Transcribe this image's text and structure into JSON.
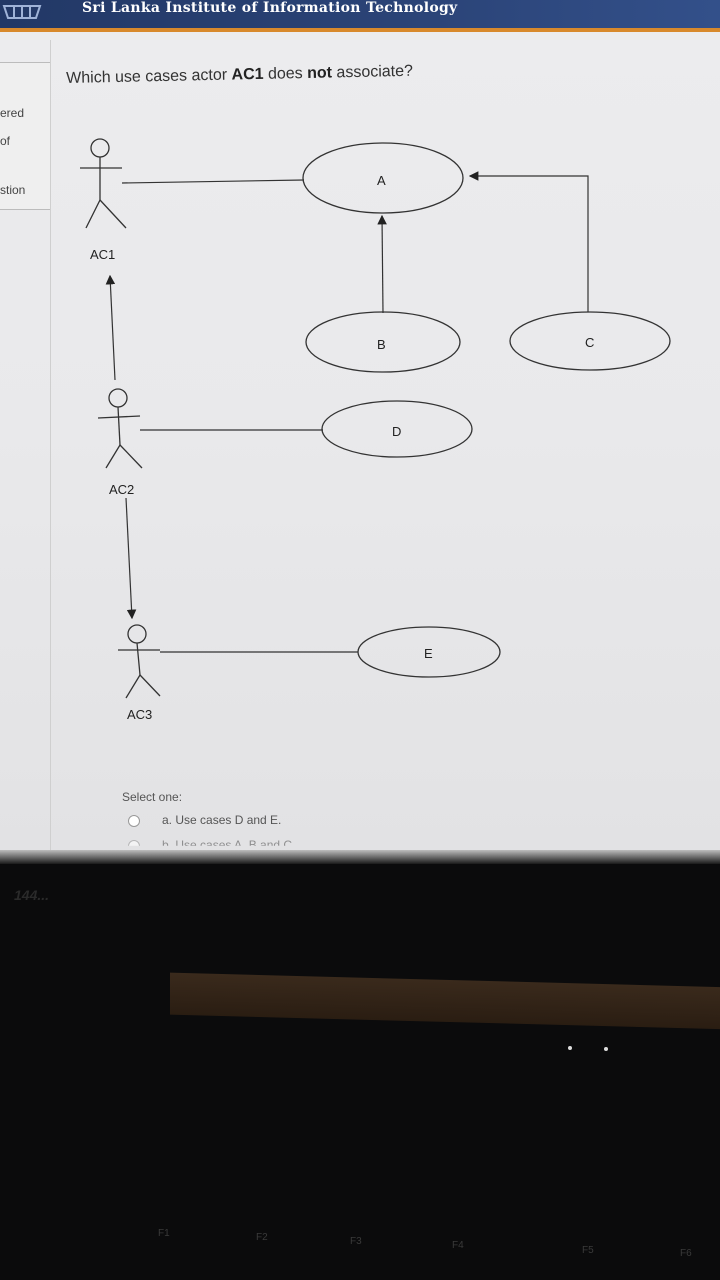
{
  "header": {
    "site_title": "Sri Lanka Institute of Information Technology"
  },
  "sidebar": {
    "lines": [
      "ered",
      "of",
      "stion"
    ]
  },
  "question": {
    "prefix": "Which use cases actor ",
    "actor": "AC1",
    "middle": " does ",
    "negation": "not",
    "suffix": " associate?"
  },
  "diagram": {
    "actors": [
      "AC1",
      "AC2",
      "AC3"
    ],
    "use_cases": [
      "A",
      "B",
      "C",
      "D",
      "E"
    ]
  },
  "answer": {
    "prompt": "Select one:",
    "options": [
      "a. Use cases D and E.",
      "b. Use cases A, B and C."
    ]
  },
  "keyboard": {
    "keys": [
      "F1",
      "F2",
      "F3",
      "F4",
      "F5",
      "F6"
    ]
  },
  "bezel": {
    "label": "144..."
  },
  "colors": {
    "header_bg": "#2b4478",
    "header_accent": "#d8892c",
    "page_bg": "#ececee"
  }
}
